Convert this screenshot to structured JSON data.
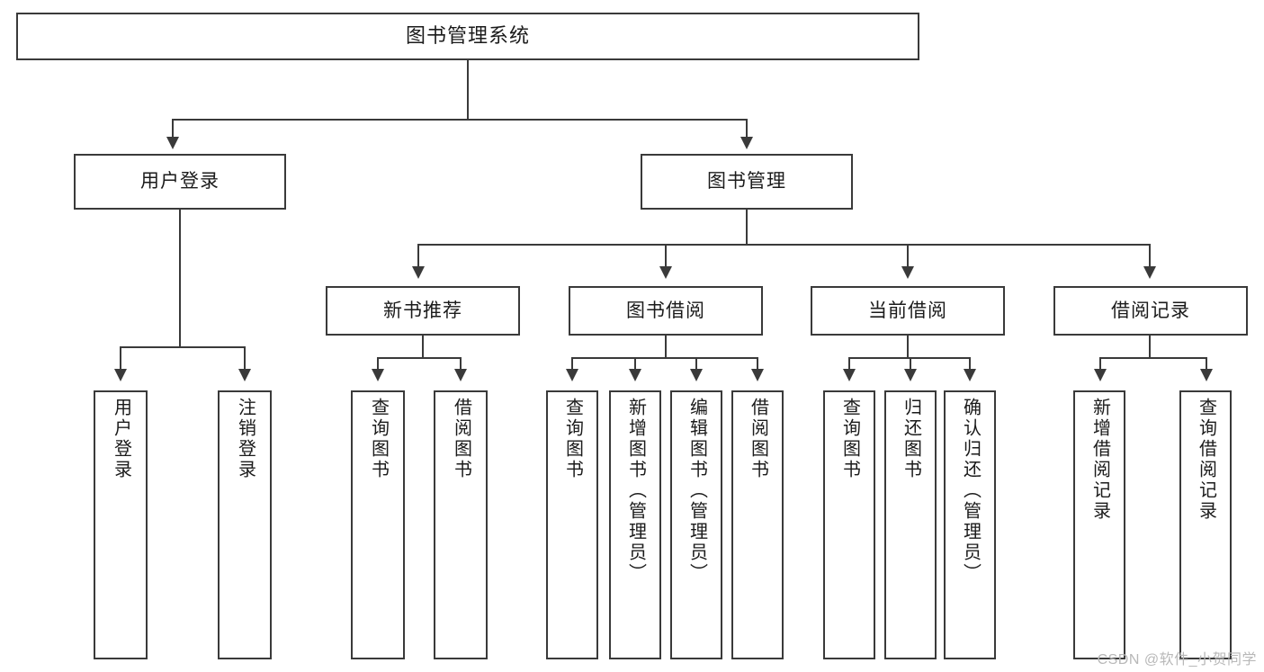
{
  "diagram": {
    "title": "图书管理系统",
    "type": "hierarchy-tree",
    "watermark": "CSDN @软件_小贺同学",
    "colors": {
      "stroke": "#3a3a3a",
      "fill": "#ffffff",
      "text": "#1b1b1b",
      "watermark": "#b8b8b8"
    },
    "levels": {
      "root": {
        "label": "图书管理系统"
      },
      "level2": [
        {
          "label": "用户登录"
        },
        {
          "label": "图书管理"
        }
      ],
      "level3": [
        {
          "label": "新书推荐"
        },
        {
          "label": "图书借阅"
        },
        {
          "label": "当前借阅"
        },
        {
          "label": "借阅记录"
        }
      ],
      "leaves": {
        "user_login": [
          {
            "label": "用户登录"
          },
          {
            "label": "注销登录"
          }
        ],
        "new_book_recommend": [
          {
            "label": "查询图书"
          },
          {
            "label": "借阅图书"
          }
        ],
        "book_borrow": [
          {
            "label": "查询图书"
          },
          {
            "label": "新增图书（管理员）"
          },
          {
            "label": "编辑图书（管理员）"
          },
          {
            "label": "借阅图书"
          }
        ],
        "current_borrow": [
          {
            "label": "查询图书"
          },
          {
            "label": "归还图书"
          },
          {
            "label": "确认归还（管理员）"
          }
        ],
        "borrow_record": [
          {
            "label": "新增借阅记录"
          },
          {
            "label": "查询借阅记录"
          }
        ]
      }
    }
  }
}
